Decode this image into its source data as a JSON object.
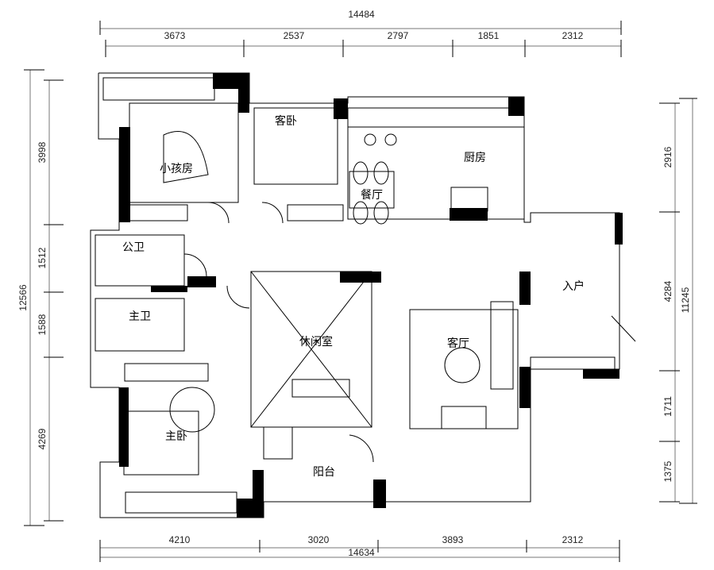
{
  "plan": {
    "dimensions": {
      "top_total": "14484",
      "top": [
        "3673",
        "2537",
        "2797",
        "1851",
        "2312"
      ],
      "bottom_total": "14634",
      "bottom": [
        "4210",
        "3020",
        "3893",
        "2312"
      ],
      "left_total": "12566",
      "left": [
        "3998",
        "1512",
        "1588",
        "4269"
      ],
      "right_total": "11245",
      "right": [
        "2916",
        "4284",
        "1711",
        "1375"
      ]
    },
    "rooms": {
      "kids_room": "小孩房",
      "guest_bedroom": "客卧",
      "dining": "餐厅",
      "kitchen": "厨房",
      "public_bath": "公卫",
      "master_bath": "主卫",
      "entrance": "入户",
      "leisure_room": "休闲室",
      "living_room": "客厅",
      "master_bedroom": "主卧",
      "balcony": "阳台"
    }
  }
}
